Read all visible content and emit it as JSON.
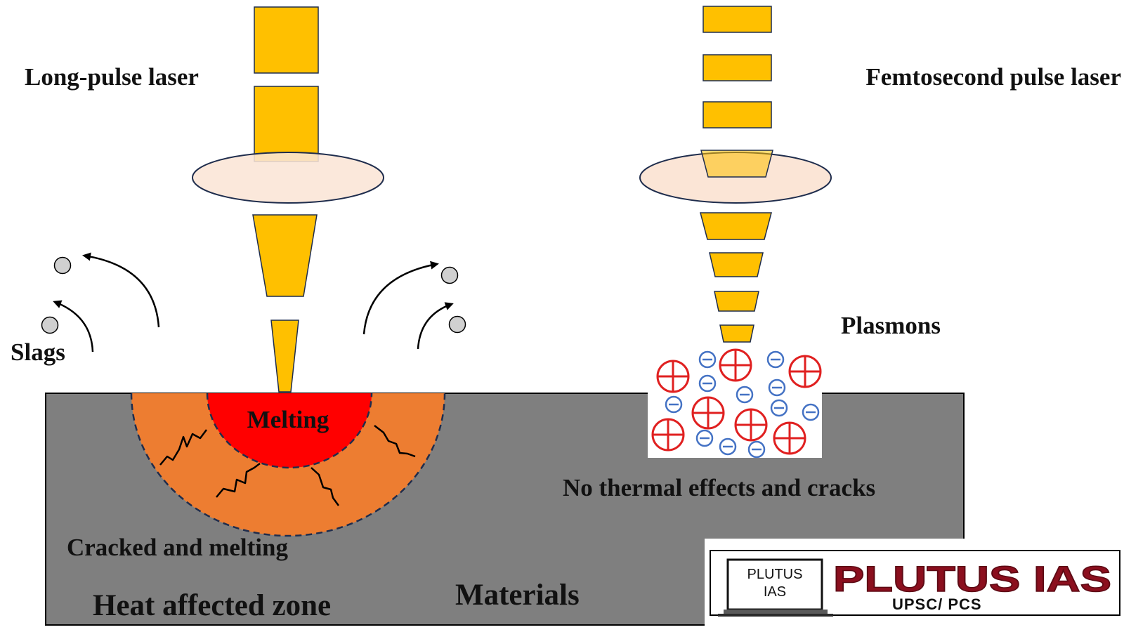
{
  "labels": {
    "long_pulse_laser": "Long-pulse laser",
    "femtosecond_pulse_laser": "Femtosecond pulse laser",
    "plasmons": "Plasmons",
    "slags": "Slags",
    "melting": "Melting",
    "cracked_and_melting": "Cracked and melting",
    "heat_affected_zone": "Heat affected zone",
    "materials": "Materials",
    "no_thermal_effects": "No thermal effects and cracks"
  },
  "logo": {
    "screen_line1": "PLUTUS",
    "screen_line2": "IAS",
    "brand": "PLUTUS IAS",
    "tagline": "UPSC/ PCS"
  },
  "colors": {
    "laser_beam": "#FFC000",
    "lens_fill": "#FBE5D6",
    "material": "#7F7F7F",
    "heat_zone": "#ED7D31",
    "melt_pool": "#FF0000",
    "ion_positive": "#E02020",
    "electron": "#4472C4",
    "slag_particle": "#D0D0D0",
    "brand": "#8B0F1E"
  },
  "icons": {
    "positive_ion": "circle-plus-icon",
    "electron": "circle-minus-icon",
    "laptop": "laptop-icon",
    "ejection_arrow": "curved-arrow-icon"
  }
}
